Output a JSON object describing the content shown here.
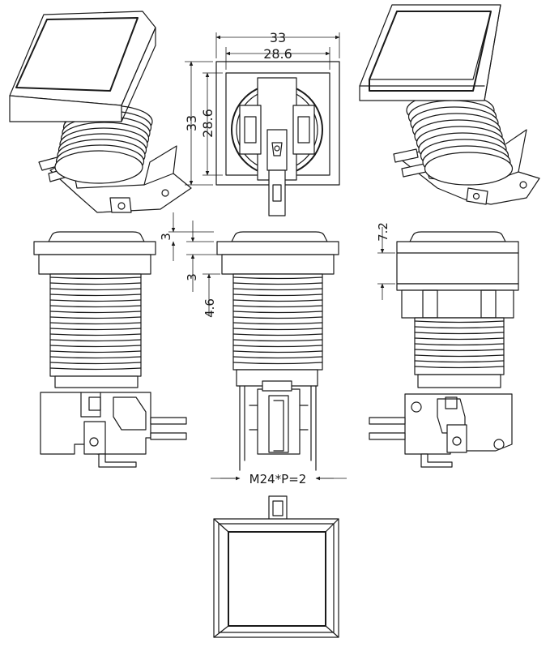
{
  "dimensions": {
    "outer_width": "33",
    "inner_width": "28.6",
    "outer_height": "33",
    "inner_height": "28.6",
    "cap_height": "3",
    "bezel_height": "3",
    "bezel_offset": "4.6",
    "side_height": "7.2",
    "thread": "M24*P=2"
  },
  "colors": {
    "line": "#1a1a1a",
    "background": "#ffffff"
  }
}
